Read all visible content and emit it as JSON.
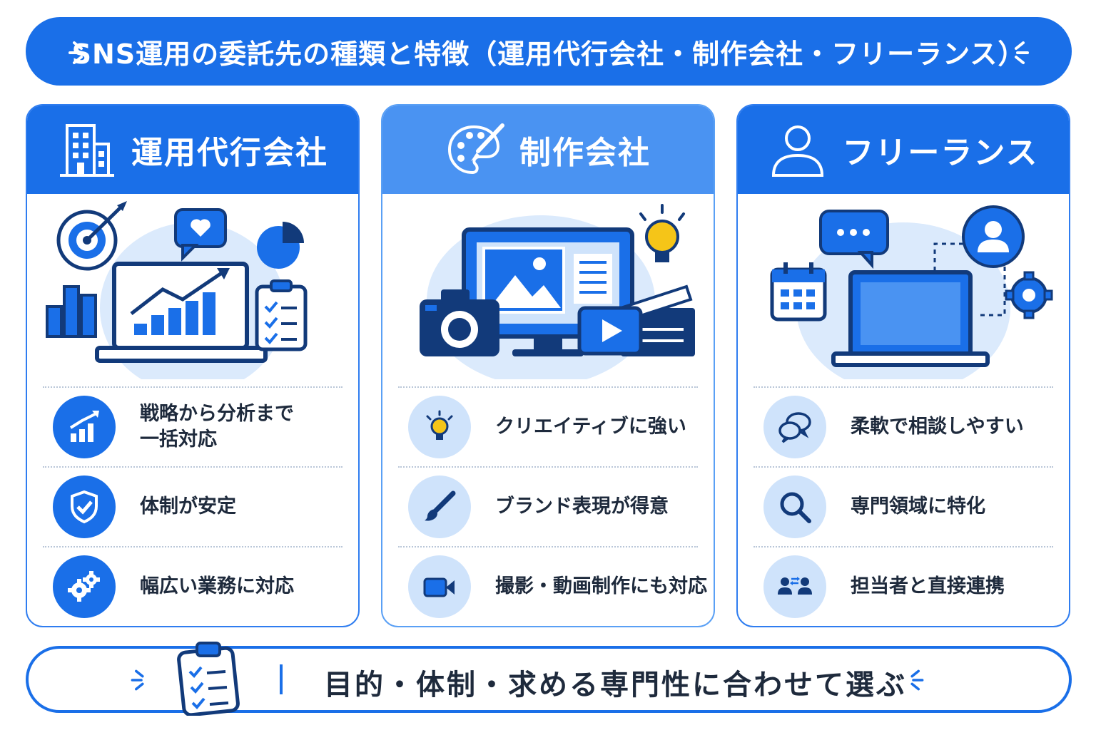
{
  "title": "SNS運用の委託先の種類と特徴（運用代行会社・制作会社・フリーランス）",
  "cards": [
    {
      "title": "運用代行会社",
      "header_icon": "building-icon",
      "features": [
        {
          "icon": "growth-chart-icon",
          "text": "戦略から分析まで\n一括対応"
        },
        {
          "icon": "shield-check-icon",
          "text": "体制が安定"
        },
        {
          "icon": "gears-icon",
          "text": "幅広い業務に対応"
        }
      ]
    },
    {
      "title": "制作会社",
      "header_icon": "palette-brush-icon",
      "features": [
        {
          "icon": "lightbulb-icon",
          "text": "クリエイティブに強い"
        },
        {
          "icon": "paintbrush-icon",
          "text": "ブランド表現が得意"
        },
        {
          "icon": "video-camera-icon",
          "text": "撮影・動画制作にも対応"
        }
      ]
    },
    {
      "title": "フリーランス",
      "header_icon": "person-icon",
      "features": [
        {
          "icon": "chat-bubbles-icon",
          "text": "柔軟で相談しやすい"
        },
        {
          "icon": "magnifier-icon",
          "text": "専門領域に特化"
        },
        {
          "icon": "people-exchange-icon",
          "text": "担当者と直接連携"
        }
      ]
    }
  ],
  "bottom": {
    "text": "目的・体制・求める専門性に合わせて選ぶ",
    "icon": "checklist-clipboard-icon"
  },
  "colors": {
    "primary": "#1a6fe8",
    "secondary": "#4a93f2",
    "light": "#cfe3fb",
    "navy": "#123a7a",
    "accent_yellow": "#f5c518"
  }
}
